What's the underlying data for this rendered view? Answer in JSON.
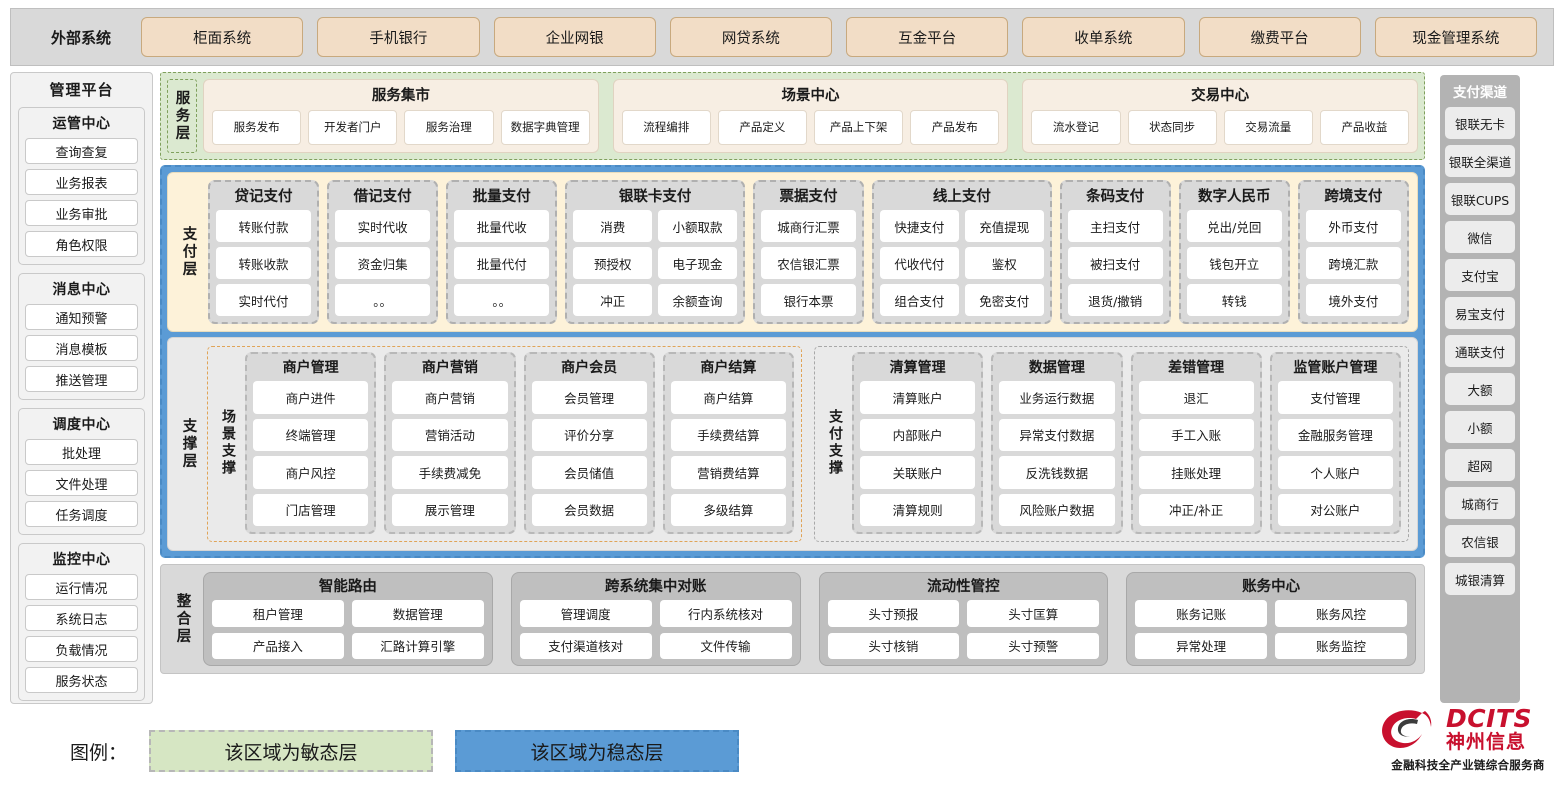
{
  "external": {
    "title": "外部系统",
    "items": [
      "柜面系统",
      "手机银行",
      "企业网银",
      "网贷系统",
      "互金平台",
      "收单系统",
      "缴费平台",
      "现金管理系统"
    ]
  },
  "left_panel": {
    "title": "管理平台",
    "groups": [
      {
        "title": "运管中心",
        "items": [
          "查询查复",
          "业务报表",
          "业务审批",
          "角色权限"
        ]
      },
      {
        "title": "消息中心",
        "items": [
          "通知预警",
          "消息模板",
          "推送管理"
        ]
      },
      {
        "title": "调度中心",
        "items": [
          "批处理",
          "文件处理",
          "任务调度"
        ]
      },
      {
        "title": "监控中心",
        "items": [
          "运行情况",
          "系统日志",
          "负载情况",
          "服务状态"
        ]
      }
    ]
  },
  "right_panel": {
    "title": "支付渠道",
    "items": [
      "银联无卡",
      "银联全渠道",
      "银联CUPS",
      "微信",
      "支付宝",
      "易宝支付",
      "通联支付",
      "大额",
      "小额",
      "超网",
      "城商行",
      "农信银",
      "城银清算"
    ]
  },
  "service_layer": {
    "label": "服务层",
    "cards": [
      {
        "title": "服务集市",
        "items": [
          "服务发布",
          "开发者门户",
          "服务治理",
          "数据字典管理"
        ]
      },
      {
        "title": "场景中心",
        "items": [
          "流程编排",
          "产品定义",
          "产品上下架",
          "产品发布"
        ]
      },
      {
        "title": "交易中心",
        "items": [
          "流水登记",
          "状态同步",
          "交易流量",
          "产品收益"
        ]
      }
    ]
  },
  "payment_layer": {
    "label": "支付层",
    "groups": [
      {
        "title": "贷记支付",
        "cols": 1,
        "rows": [
          [
            "转账付款"
          ],
          [
            "转账收款"
          ],
          [
            "实时代付"
          ]
        ]
      },
      {
        "title": "借记支付",
        "cols": 1,
        "rows": [
          [
            "实时代收"
          ],
          [
            "资金归集"
          ],
          [
            "。。"
          ]
        ]
      },
      {
        "title": "批量支付",
        "cols": 1,
        "rows": [
          [
            "批量代收"
          ],
          [
            "批量代付"
          ],
          [
            "。。"
          ]
        ]
      },
      {
        "title": "银联卡支付",
        "cols": 2,
        "rows": [
          [
            "消费",
            "小额取款"
          ],
          [
            "预授权",
            "电子现金"
          ],
          [
            "冲正",
            "余额查询"
          ]
        ]
      },
      {
        "title": "票据支付",
        "cols": 1,
        "rows": [
          [
            "城商行汇票"
          ],
          [
            "农信银汇票"
          ],
          [
            "银行本票"
          ]
        ]
      },
      {
        "title": "线上支付",
        "cols": 2,
        "rows": [
          [
            "快捷支付",
            "充值提现"
          ],
          [
            "代收代付",
            "鉴权"
          ],
          [
            "组合支付",
            "免密支付"
          ]
        ]
      },
      {
        "title": "条码支付",
        "cols": 1,
        "rows": [
          [
            "主扫支付"
          ],
          [
            "被扫支付"
          ],
          [
            "退货/撤销"
          ]
        ]
      },
      {
        "title": "数字人民币",
        "cols": 1,
        "rows": [
          [
            "兑出/兑回"
          ],
          [
            "钱包开立"
          ],
          [
            "转钱"
          ]
        ]
      },
      {
        "title": "跨境支付",
        "cols": 1,
        "rows": [
          [
            "外币支付"
          ],
          [
            "跨境汇款"
          ],
          [
            "境外支付"
          ]
        ]
      }
    ]
  },
  "support_layer": {
    "label": "支撑层",
    "halves": [
      {
        "sub_label": "场景支撑",
        "groups": [
          {
            "title": "商户管理",
            "items": [
              "商户进件",
              "终端管理",
              "商户风控",
              "门店管理"
            ]
          },
          {
            "title": "商户营销",
            "items": [
              "商户营销",
              "营销活动",
              "手续费减免",
              "展示管理"
            ]
          },
          {
            "title": "商户会员",
            "items": [
              "会员管理",
              "评价分享",
              "会员储值",
              "会员数据"
            ]
          },
          {
            "title": "商户结算",
            "items": [
              "商户结算",
              "手续费结算",
              "营销费结算",
              "多级结算"
            ]
          }
        ]
      },
      {
        "sub_label": "支付支撑",
        "groups": [
          {
            "title": "清算管理",
            "items": [
              "清算账户",
              "内部账户",
              "关联账户",
              "清算规则"
            ]
          },
          {
            "title": "数据管理",
            "items": [
              "业务运行数据",
              "异常支付数据",
              "反洗钱数据",
              "风险账户数据"
            ]
          },
          {
            "title": "差错管理",
            "items": [
              "退汇",
              "手工入账",
              "挂账处理",
              "冲正/补正"
            ]
          },
          {
            "title": "监管账户管理",
            "items": [
              "支付管理",
              "金融服务管理",
              "个人账户",
              "对公账户"
            ]
          }
        ]
      }
    ]
  },
  "integration_layer": {
    "label": "整合层",
    "groups": [
      {
        "title": "智能路由",
        "rows": [
          [
            "租户管理",
            "数据管理"
          ],
          [
            "产品接入",
            "汇路计算引擎"
          ]
        ]
      },
      {
        "title": "跨系统集中对账",
        "rows": [
          [
            "管理调度",
            "行内系统核对"
          ],
          [
            "支付渠道核对",
            "文件传输"
          ]
        ]
      },
      {
        "title": "流动性管控",
        "rows": [
          [
            "头寸预报",
            "头寸匡算"
          ],
          [
            "头寸核销",
            "头寸预警"
          ]
        ]
      },
      {
        "title": "账务中心",
        "rows": [
          [
            "账务记账",
            "账务风控"
          ],
          [
            "异常处理",
            "账务监控"
          ]
        ]
      }
    ]
  },
  "legend": {
    "label": "图例：",
    "agile": "该区域为敏态层",
    "stable": "该区域为稳态层"
  },
  "logo": {
    "en": "DCITS",
    "cn": "神州信息",
    "tagline": "金融科技全产业链综合服务商",
    "brand_color": "#c8102e"
  },
  "colors": {
    "agile_green": "#dbe9d0",
    "stable_blue": "#5b9bd5",
    "payment_cream": "#fdf2d9",
    "external_chip": "#f2ddc6"
  }
}
